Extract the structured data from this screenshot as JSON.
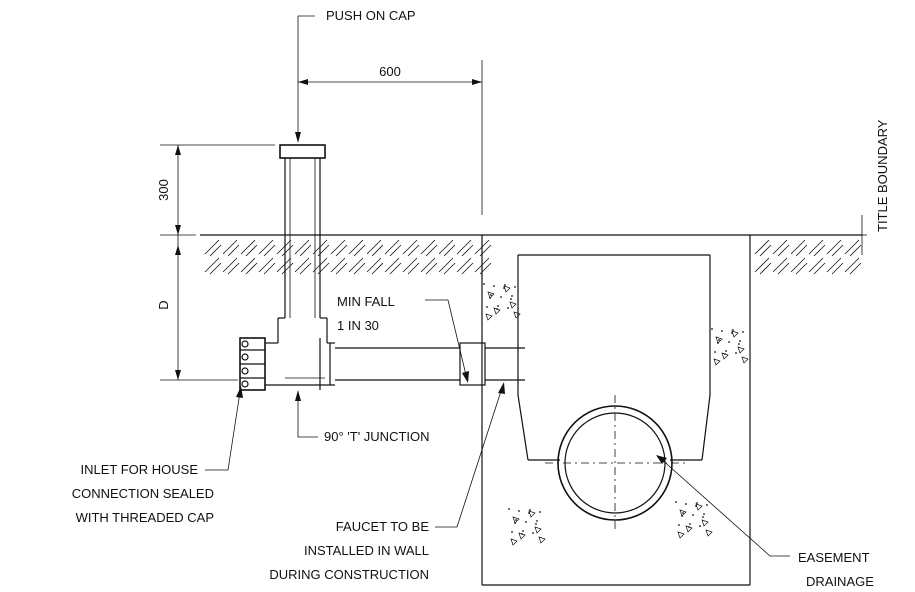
{
  "labels": {
    "push_on_cap": "PUSH ON CAP",
    "dim_600": "600",
    "dim_300": "300",
    "dim_d": "D",
    "title_boundary": "TITLE BOUNDARY",
    "min_fall_line1": "MIN FALL",
    "min_fall_line2": "1 IN 30",
    "t_junction": "90° 'T' JUNCTION",
    "inlet_line1": "INLET FOR HOUSE",
    "inlet_line2": "CONNECTION SEALED",
    "inlet_line3": "WITH THREADED CAP",
    "faucet_line1": "FAUCET TO BE",
    "faucet_line2": "INSTALLED IN WALL",
    "faucet_line3": "DURING CONSTRUCTION",
    "easement_line1": "EASEMENT",
    "easement_line2": "DRAINAGE"
  }
}
